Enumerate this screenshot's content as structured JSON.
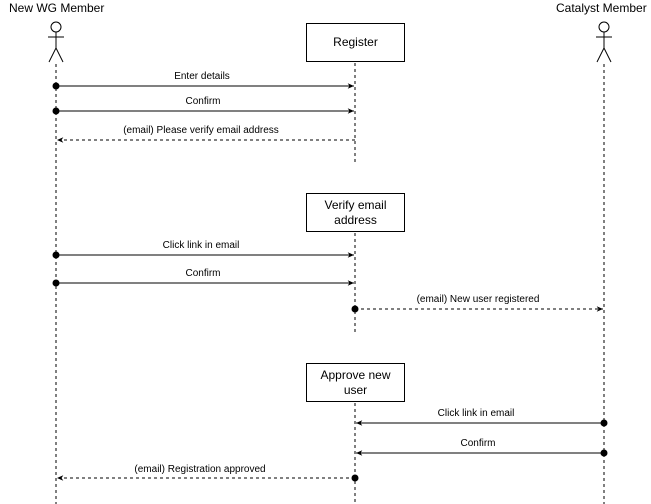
{
  "actors": {
    "left": {
      "name": "New WG Member",
      "icon": "stick-figure-icon"
    },
    "right": {
      "name": "Catalyst Member",
      "icon": "stick-figure-icon"
    }
  },
  "activities": [
    {
      "label": "Register"
    },
    {
      "label": "Verify email address"
    },
    {
      "label": "Approve new user"
    }
  ],
  "messages": [
    {
      "label": "Enter details",
      "from": "new-wg-member",
      "to": "register",
      "style": "solid"
    },
    {
      "label": "Confirm",
      "from": "new-wg-member",
      "to": "register",
      "style": "solid"
    },
    {
      "label": "(email) Please verify email address",
      "from": "register",
      "to": "new-wg-member",
      "style": "dashed"
    },
    {
      "label": "Click link in email",
      "from": "new-wg-member",
      "to": "verify-email-address",
      "style": "solid"
    },
    {
      "label": "Confirm",
      "from": "new-wg-member",
      "to": "verify-email-address",
      "style": "solid"
    },
    {
      "label": "(email) New user registered",
      "from": "verify-email-address",
      "to": "catalyst-member",
      "style": "dashed"
    },
    {
      "label": "Click link in email",
      "from": "catalyst-member",
      "to": "approve-new-user",
      "style": "solid"
    },
    {
      "label": "Confirm",
      "from": "catalyst-member",
      "to": "approve-new-user",
      "style": "solid"
    },
    {
      "label": "(email) Registration approved",
      "from": "approve-new-user",
      "to": "new-wg-member",
      "style": "dashed"
    }
  ],
  "colors": {
    "line": "#000000",
    "background": "#ffffff"
  }
}
